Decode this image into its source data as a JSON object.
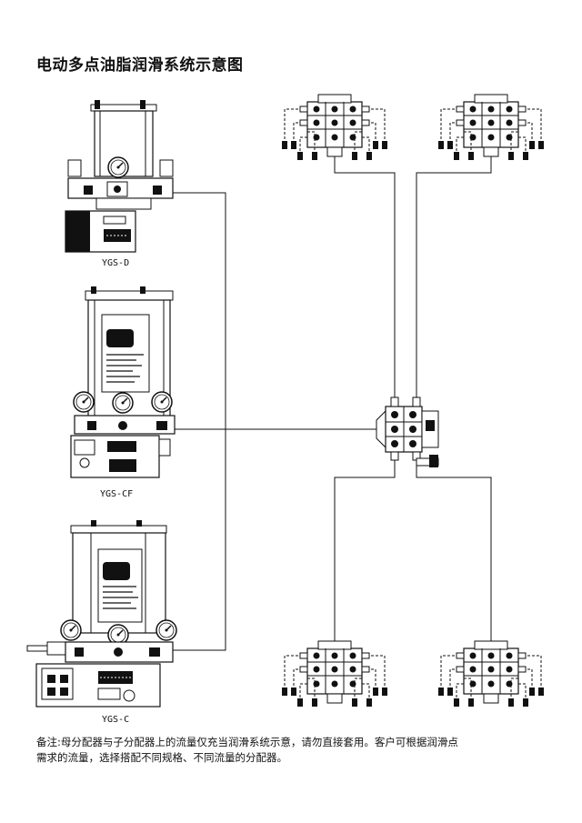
{
  "title": "电动多点油脂润滑系统示意图",
  "pumps": [
    {
      "model": "YGS-D"
    },
    {
      "model": "YGS-CF"
    },
    {
      "model": "YGS-C"
    }
  ],
  "note": {
    "line1": "备注:母分配器与子分配器上的流量仅充当润滑系统示意，请勿直接套用。客户可根据润滑点",
    "line2": "需求的流量，选择搭配不同规格、不同流量的分配器。"
  }
}
